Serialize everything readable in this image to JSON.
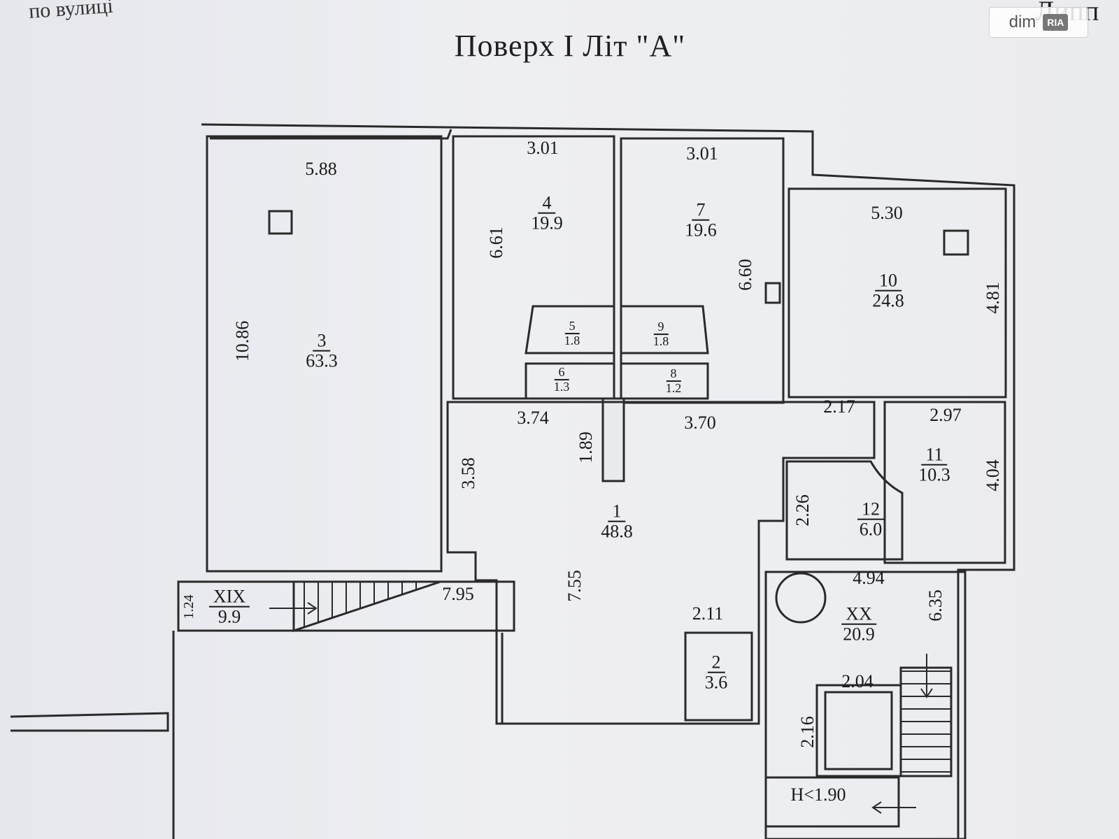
{
  "header": {
    "street_text": "по вулиці",
    "corner_text": "Липп",
    "title": "Поверх  I  Літ \"А\""
  },
  "watermark": {
    "text": "dim",
    "badge": "RIA"
  },
  "rooms": [
    {
      "id": "3",
      "area": "63.3"
    },
    {
      "id": "4",
      "area": "19.9"
    },
    {
      "id": "7",
      "area": "19.6"
    },
    {
      "id": "10",
      "area": "24.8"
    },
    {
      "id": "5",
      "area": "1.8"
    },
    {
      "id": "9",
      "area": "1.8"
    },
    {
      "id": "6",
      "area": "1.3"
    },
    {
      "id": "8",
      "area": "1.2"
    },
    {
      "id": "11",
      "area": "10.3"
    },
    {
      "id": "12",
      "area": "6.0"
    },
    {
      "id": "1",
      "area": "48.8"
    },
    {
      "id": "2",
      "area": "3.6"
    },
    {
      "id": "XIX",
      "area": "9.9"
    },
    {
      "id": "XX",
      "area": "20.9"
    }
  ],
  "dimensions": {
    "r3_width": "5.88",
    "r3_length": "10.86",
    "r4_width": "3.01",
    "r4_length": "6.61",
    "r7_width": "3.01",
    "r7_length": "6.60",
    "r10_width": "5.30",
    "r10_length": "4.81",
    "r1_a": "3.74",
    "r1_b": "3.70",
    "r1_c": "1.89",
    "r1_d": "3.58",
    "r1_e": "7.55",
    "corr": "2.17",
    "r11_width": "2.97",
    "r11_length": "4.04",
    "r12_length": "2.26",
    "xix_length": "7.95",
    "xix_width": "1.24",
    "r2_width": "2.11",
    "xx_width": "4.94",
    "xx_length": "6.35",
    "stair_a": "2.04",
    "stair_b": "2.16",
    "height_note": "H<1.90"
  }
}
